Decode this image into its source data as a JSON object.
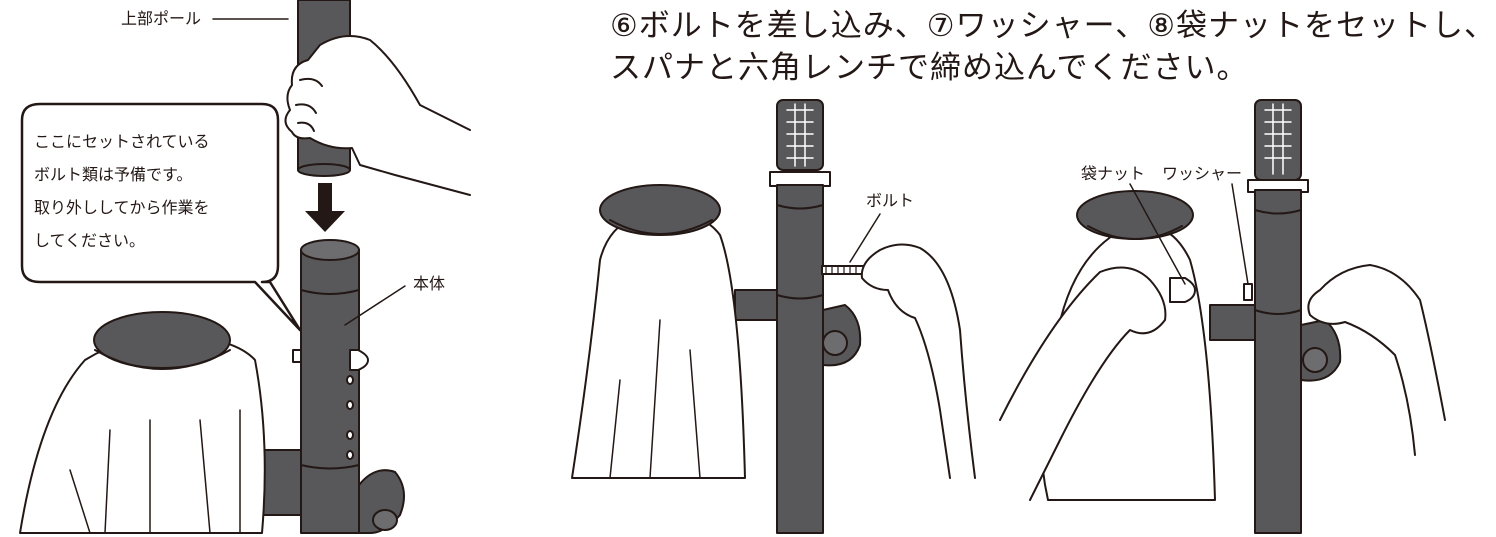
{
  "instruction": {
    "line1": "⑥ボルトを差し込み、⑦ワッシャー、⑧袋ナットをセットし、",
    "line2": "スパナと六角レンチで締め込んでください。"
  },
  "labels": {
    "upper_pole": "上部ポール",
    "body": "本体",
    "bolt": "ボルト",
    "cap_nut": "袋ナット",
    "washer": "ワッシャー"
  },
  "callout": {
    "lines": [
      "ここにセットされている",
      "ボルト類は予備です。",
      "取り外ししてから作業を",
      "してください。"
    ]
  },
  "colors": {
    "pole": "#58585a",
    "cap": "#6d6d6f",
    "cloth": "#ffffff",
    "outline": "#231815"
  }
}
